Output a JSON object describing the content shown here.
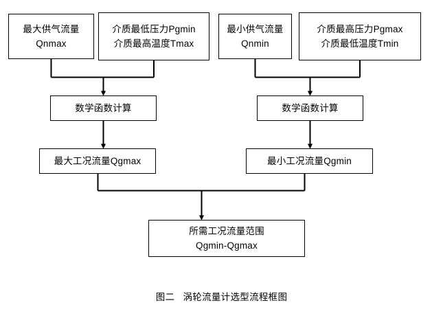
{
  "figure": {
    "caption": "图二   涡轮流量计选型流程框图",
    "stroke_color": "#000000",
    "background_color": "#ffffff"
  },
  "nodes": {
    "qnmax": {
      "line1": "最大供气流量",
      "line2": "Qnmax"
    },
    "pgmin_tmax": {
      "line1": "介质最低压力Pgmin",
      "line2": "介质最高温度Tmax"
    },
    "qnmin": {
      "line1": "最小供气流量",
      "line2": "Qnmin"
    },
    "pgmax_tmin": {
      "line1": "介质最高压力Pgmax",
      "line2": "介质最低温度Tmin"
    },
    "calc_left": {
      "line1": "数学函数计算"
    },
    "calc_right": {
      "line1": "数学函数计算"
    },
    "qgmax": {
      "line1": "最大工况流量Qgmax"
    },
    "qgmin": {
      "line1": "最小工况流量Qgmin"
    },
    "range": {
      "line1": "所需工况流量范围",
      "line2": "Qgmin-Qgmax"
    }
  },
  "connectors": [
    {
      "name": "qnmax-to-merge-left",
      "from": "qnmax",
      "to": "merge-left"
    },
    {
      "name": "pgmin-to-merge-left",
      "from": "pgmin_tmax",
      "to": "merge-left"
    },
    {
      "name": "merge-left-to-calc",
      "from": "merge-left",
      "to": "calc_left",
      "arrow": true
    },
    {
      "name": "qnmin-to-merge-right",
      "from": "qnmin",
      "to": "merge-right"
    },
    {
      "name": "pgmax-to-merge-right",
      "from": "pgmax_tmin",
      "to": "merge-right"
    },
    {
      "name": "merge-right-to-calc",
      "from": "merge-right",
      "to": "calc_right",
      "arrow": true
    },
    {
      "name": "calc-left-to-qgmax",
      "from": "calc_left",
      "to": "qgmax",
      "arrow": true
    },
    {
      "name": "calc-right-to-qgmin",
      "from": "calc_right",
      "to": "qgmin",
      "arrow": true
    },
    {
      "name": "qgmax-to-merge-bottom",
      "from": "qgmax",
      "to": "merge-bottom"
    },
    {
      "name": "qgmin-to-merge-bottom",
      "from": "qgmin",
      "to": "merge-bottom"
    },
    {
      "name": "merge-bottom-to-range",
      "from": "merge-bottom",
      "to": "range",
      "arrow": true
    }
  ]
}
